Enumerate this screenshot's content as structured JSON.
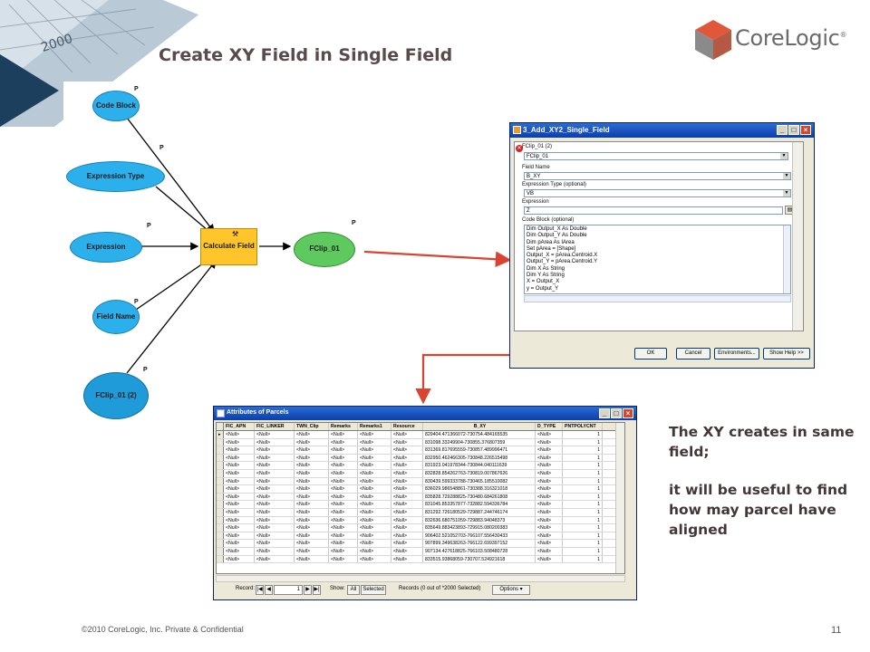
{
  "slide": {
    "title": "Create XY Field in Single Field",
    "note_line1": "The XY creates in same field;",
    "note_line2": "it will be useful to find how may parcel have aligned",
    "footer": "©2010 CoreLogic, Inc. Private & Confidential",
    "page_number": "11"
  },
  "logo": {
    "text": "CoreLogic",
    "reg": "®"
  },
  "deco_year": "2000",
  "model": {
    "nodes": {
      "code_block": "Code Block",
      "expression_type": "Expression Type",
      "expression": "Expression",
      "field_name": "Field Name",
      "fclip_input": "FClip_01 (2)",
      "calculate_field": "Calculate Field",
      "fclip_output": "FClip_01"
    },
    "p_label": "P"
  },
  "dialog": {
    "title": "3_Add_XY2_Single_Field",
    "input_label": "FClip_01 (2)",
    "input_value": "FClip_01",
    "field_name_label": "Field Name",
    "field_name_value": "B_XY",
    "expr_type_label": "Expression Type (optional)",
    "expr_type_value": "VB",
    "expression_label": "Expression",
    "expression_value": "Z",
    "code_block_label": "Code Block (optional)",
    "code_lines": [
      "Dim Output_X As Double",
      "Dim Output_Y As Double",
      "Dim pArea As IArea",
      "Set pArea = [Shape]",
      "Output_X = pArea.Centroid.X",
      "Output_Y = pArea.Centroid.Y",
      "Dim X  As String",
      "Dim Y  As String",
      "X = Output_X",
      "y = Output_Y"
    ],
    "ok": "OK",
    "cancel": "Cancel",
    "environments": "Environments...",
    "show_help": "Show Help >>"
  },
  "attributes": {
    "title": "Attributes of Parcels",
    "columns": [
      "FIC_APN",
      "FIC_LINKER",
      "TWN_Clip",
      "Remarks",
      "Remarks1",
      "Resource",
      "B_XY",
      "D_TYPE",
      "PNTPOLYCNT"
    ],
    "null": "<Null>",
    "bxy_values": [
      "829404.471366072-730754.484165535",
      "831098.33249904-730855.376807359",
      "831369.817695559-730857.489996471",
      "832950.462466305-730848.226515498",
      "831923.041978344-730844.040111639",
      "832828.854262763-730819.007867626",
      "830439.599333788-730465.185510082",
      "836029.986548861-730388.316321018",
      "835828.729288825-730480.684261808",
      "831045.853357877-732882.594336784",
      "831292.726180529-729887.244746174",
      "832636.680751059-729883.94048373",
      "835649.883423893-729915.080200383",
      "906402.521052703-766107.556430433",
      "907899.349638263-766122.699397152",
      "907134.427618825-766103.508480728",
      "833515.93868059-730707.524921618"
    ],
    "pntpolycnt": "1",
    "footer_record": "Record:",
    "footer_record_value": "1",
    "footer_show": "Show:",
    "footer_all": "All",
    "footer_selected": "Selected",
    "footer_records": "Records (0 out of *2000 Selected)",
    "footer_options": "Options"
  },
  "colors": {
    "arrow_red": "#d9432f",
    "node_blue": "#2bb0ec",
    "node_green": "#5ec95e",
    "node_yellow": "#ffc52a",
    "logo_red": "#d9442a"
  }
}
